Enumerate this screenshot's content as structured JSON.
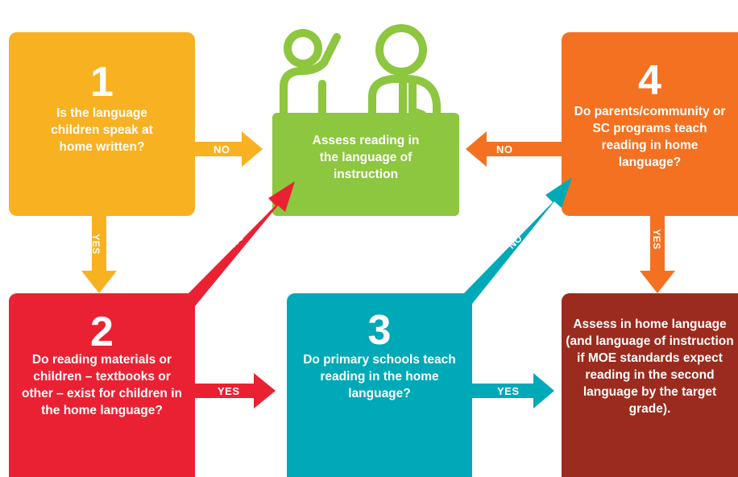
{
  "colors": {
    "box1": "#f8b120",
    "box2": "#ea2132",
    "box3": "#00a9b8",
    "box4": "#f37121",
    "center": "#8dc63f",
    "result": "#9b2b1e"
  },
  "box1": {
    "number": "1",
    "text": "Is the language children speak at home written?"
  },
  "box2": {
    "number": "2",
    "text": "Do reading materials or children – textbooks or other – exist for children in the home language?"
  },
  "box3": {
    "number": "3",
    "text": "Do primary schools teach reading in the home language?"
  },
  "box4": {
    "number": "4",
    "text": "Do parents/community or SC programs teach reading in home language?"
  },
  "center": {
    "text": "Assess reading in the language of instruction"
  },
  "result": {
    "text": "Assess in home language (and language of instruction if MOE standards expect reading in the second language by the target grade)."
  },
  "arrows": {
    "box1_to_center": "NO",
    "box1_to_box2": "YES",
    "box2_to_center": "NO",
    "box2_to_box3": "YES",
    "box3_to_box4": "NO",
    "box3_to_result": "YES",
    "box4_to_center": "NO",
    "box4_to_result": "YES"
  },
  "illustration": {
    "icon": "teacher-and-student-icon"
  }
}
